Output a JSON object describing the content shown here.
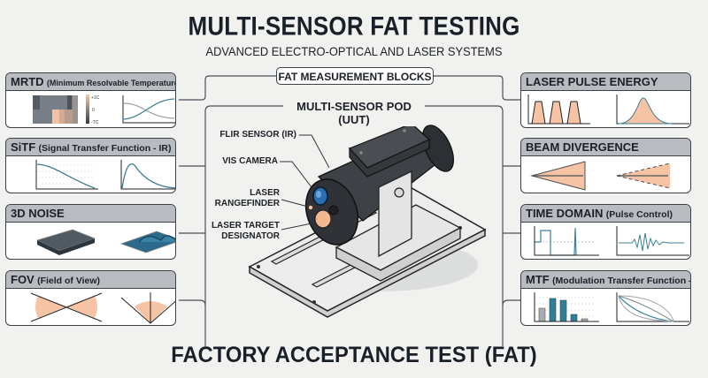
{
  "header": {
    "title": "MULTI-SENSOR FAT TESTING",
    "subtitle": "ADVANCED ELECTRO-OPTICAL AND LASER SYSTEMS"
  },
  "center": {
    "blocks_label": "FAT MEASUREMENT BLOCKS",
    "pod_label": "MULTI-SENSOR POD (UUT)",
    "callouts": [
      {
        "text": "FLIR SENSOR (IR)"
      },
      {
        "text": "VIS CAMERA"
      },
      {
        "text": "LASER RANGEFINDER"
      },
      {
        "text": "LASER TARGET DESIGNATOR"
      }
    ]
  },
  "left_panels": [
    {
      "abbr": "MRTD",
      "sub": "(Minimum Resolvable Temperature Difference)",
      "scale": {
        "top": "+1C",
        "mid": "0",
        "bottom": "-TC"
      }
    },
    {
      "abbr": "SiTF",
      "sub": "(Signal Transfer Function - IR)"
    },
    {
      "abbr": "3D NOISE",
      "sub": ""
    },
    {
      "abbr": "FOV",
      "sub": "(Field of View)"
    }
  ],
  "right_panels": [
    {
      "abbr": "LASER PULSE ENERGY",
      "sub": ""
    },
    {
      "abbr": "BEAM DIVERGENCE",
      "sub": ""
    },
    {
      "abbr": "TIME DOMAIN",
      "sub": "(Pulse Control)"
    },
    {
      "abbr": "MTF",
      "sub": "(Modulation Transfer Function - VIS)"
    }
  ],
  "footer": {
    "title": "FACTORY ACCEPTANCE TEST (FAT)"
  },
  "colors": {
    "accent_orange": "#f6c4a4",
    "accent_teal": "#2f7f99",
    "outline": "#3c4148",
    "header_gray": "#b8bcc0",
    "background": "#f1f1f0"
  }
}
